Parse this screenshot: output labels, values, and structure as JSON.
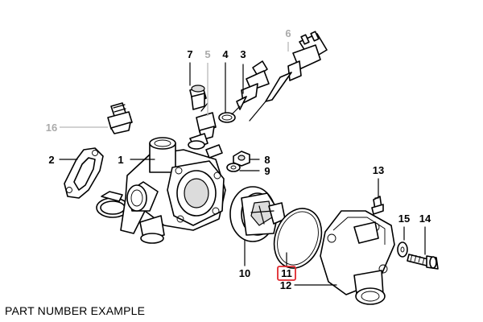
{
  "callouts": [
    {
      "id": "1",
      "label": "1",
      "style": "normal"
    },
    {
      "id": "2",
      "label": "2",
      "style": "normal"
    },
    {
      "id": "3",
      "label": "3",
      "style": "normal"
    },
    {
      "id": "4",
      "label": "4",
      "style": "normal"
    },
    {
      "id": "5",
      "label": "5",
      "style": "faded"
    },
    {
      "id": "6",
      "label": "6",
      "style": "faded"
    },
    {
      "id": "7",
      "label": "7",
      "style": "normal"
    },
    {
      "id": "8",
      "label": "8",
      "style": "normal"
    },
    {
      "id": "9",
      "label": "9",
      "style": "normal"
    },
    {
      "id": "10",
      "label": "10",
      "style": "normal"
    },
    {
      "id": "11",
      "label": "11",
      "style": "highlighted"
    },
    {
      "id": "12",
      "label": "12",
      "style": "normal"
    },
    {
      "id": "13",
      "label": "13",
      "style": "normal"
    },
    {
      "id": "14",
      "label": "14",
      "style": "normal"
    },
    {
      "id": "15",
      "label": "15",
      "style": "normal"
    },
    {
      "id": "16",
      "label": "16",
      "style": "faded"
    }
  ],
  "caption": "PART NUMBER EXAMPLE",
  "colors": {
    "line": "#000000",
    "faded": "#aaaaaa",
    "highlight": "#e0282e",
    "background": "#ffffff"
  }
}
